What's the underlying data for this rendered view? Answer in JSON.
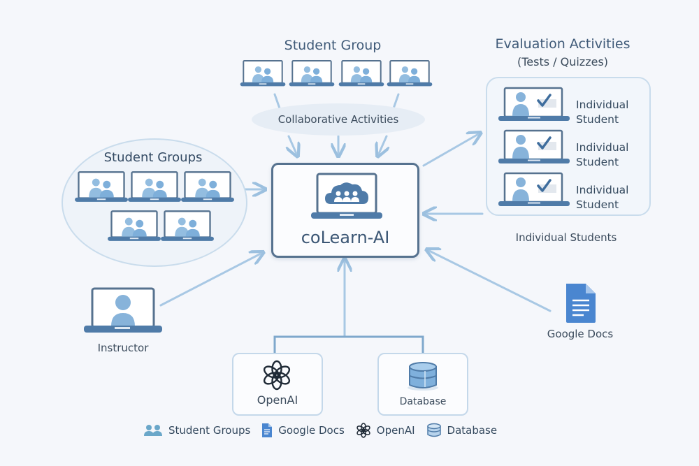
{
  "top_group": {
    "title": "Student Group",
    "activity_label": "Collaborative Activities",
    "laptop_count": 4
  },
  "left_group": {
    "title": "Student Groups",
    "laptop_count": 5
  },
  "evaluation": {
    "title": "Evaluation Activities",
    "subtitle": "(Tests / Quizzes)",
    "students": [
      {
        "line1": "Individual",
        "line2": "Student"
      },
      {
        "line1": "Individual",
        "line2": "Student"
      },
      {
        "line1": "Individual",
        "line2": "Student"
      }
    ],
    "caption": "Individual Students"
  },
  "core": {
    "name": "coLearn-AI",
    "icon": "cloud-users-icon"
  },
  "instructor": {
    "label": "Instructor"
  },
  "google_docs": {
    "label": "Google Docs"
  },
  "services": {
    "openai": {
      "label": "OpenAI"
    },
    "database": {
      "label": "Database"
    }
  },
  "legend": [
    {
      "icon": "student-groups-icon",
      "label": "Student Groups"
    },
    {
      "icon": "google-docs-icon",
      "label": "Google Docs"
    },
    {
      "icon": "openai-icon",
      "label": "OpenAI"
    },
    {
      "icon": "database-icon",
      "label": "Database"
    }
  ],
  "colors": {
    "accent": "#4f7ba8",
    "frame": "#56728f",
    "arrow": "#9cc0df",
    "docs_blue": "#4a86d0",
    "person": "#87b3da"
  }
}
